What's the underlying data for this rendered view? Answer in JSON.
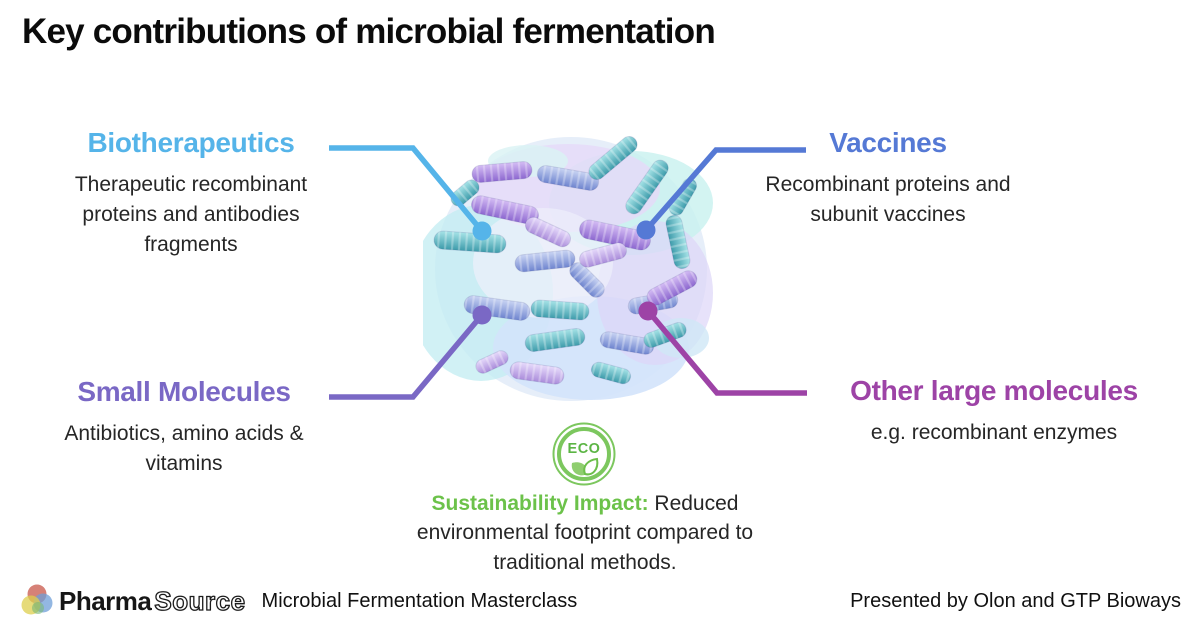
{
  "title": "Key contributions of microbial fermentation",
  "colors": {
    "biotherapeutics": "#55b4e9",
    "vaccines": "#5579d5",
    "small_molecules": "#7a68c5",
    "other_large_molecules": "#9d43a6",
    "eco_green": "#6cc24a",
    "text_dark": "#262626"
  },
  "nodes": {
    "biotherapeutics": {
      "label": "Biotherapeutics",
      "description": "Therapeutic recombinant proteins and antibodies fragments"
    },
    "vaccines": {
      "label": "Vaccines",
      "description": "Recombinant proteins and subunit vaccines"
    },
    "small_molecules": {
      "label": "Small Molecules",
      "description": "Antibiotics, amino acids & vitamins"
    },
    "other_large_molecules": {
      "label": "Other large molecules",
      "description": "e.g. recombinant enzymes"
    }
  },
  "center_illustration": "bacteria-cluster",
  "sustainability": {
    "badge_text": "ECO",
    "label": "Sustainability Impact:",
    "text": "Reduced environmental footprint compared to traditional methods."
  },
  "footer": {
    "logo_pharma": "Pharma",
    "logo_source": "Source",
    "event_title": "Microbial Fermentation Masterclass",
    "presented_by": "Presented by  Olon and GTP Bioways"
  }
}
